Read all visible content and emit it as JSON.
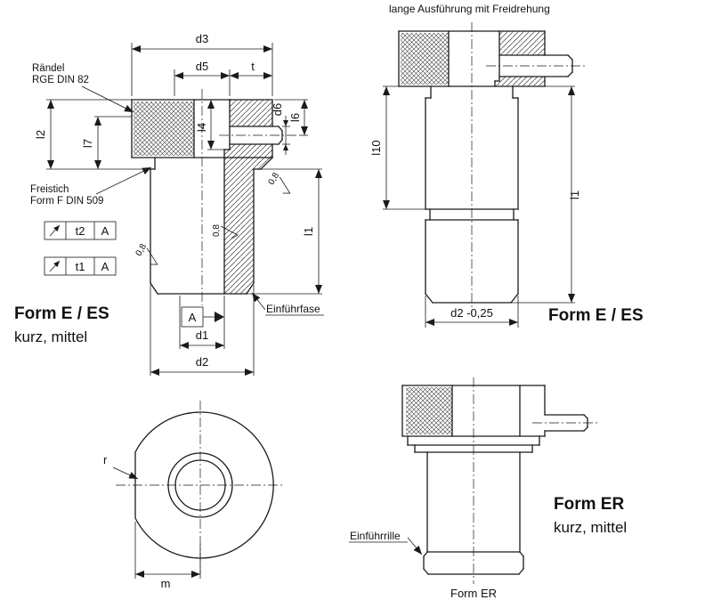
{
  "left_view": {
    "title": "Form E / ES",
    "subtitle": "kurz, mittel",
    "dims": {
      "d3": "d3",
      "d5": "d5",
      "t": "t",
      "l2": "l2",
      "l7": "l7",
      "l4": "l4",
      "d6": "d6",
      "l6": "l6",
      "l1": "l1",
      "d1": "d1",
      "d2": "d2"
    },
    "notes": {
      "raendel_line1": "Rändel",
      "raendel_line2": "RGE  DIN 82",
      "freistich_line1": "Freistich",
      "freistich_line2": "Form F DIN 509",
      "einfuehrfase": "Einführfase",
      "roughness": "0,8"
    },
    "fcf": [
      {
        "tol": "t2",
        "datum": "A"
      },
      {
        "tol": "t1",
        "datum": "A"
      }
    ],
    "datum": "A"
  },
  "right_view": {
    "caption": "lange Ausführung mit Freidrehung",
    "title": "Form E / ES",
    "dims": {
      "l10": "l10",
      "l1": "l1",
      "d2": "d2 -0,25"
    }
  },
  "front_view": {
    "dims": {
      "r": "r",
      "m": "m"
    }
  },
  "er_view": {
    "title": "Form ER",
    "subtitle": "kurz, mittel",
    "note": "Einführrille",
    "caption": "Form ER"
  }
}
